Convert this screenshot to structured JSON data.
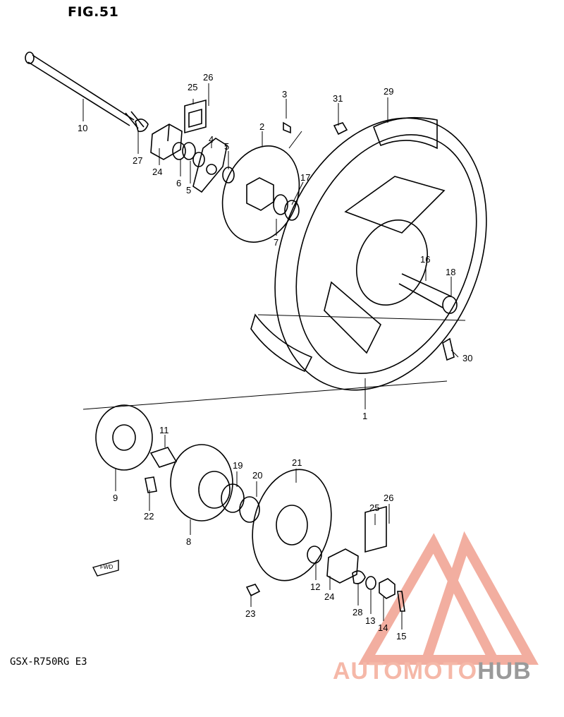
{
  "figure": {
    "title": "FIG.51",
    "model_code": "GSX-R750RG  E3"
  },
  "watermark": {
    "part1": "AUTOMOTO",
    "part2": "HUB",
    "color_primary": "#f0a090",
    "color_secondary": "#8e8e8e"
  },
  "callouts": {
    "c1": "1",
    "c2": "2",
    "c3": "3",
    "c4": "4",
    "c5a": "5",
    "c5b": "5",
    "c6": "6",
    "c7": "7",
    "c8": "8",
    "c9": "9",
    "c10": "10",
    "c11": "11",
    "c12": "12",
    "c13": "13",
    "c14": "14",
    "c15": "15",
    "c16": "16",
    "c17": "17",
    "c18": "18",
    "c19": "19",
    "c20": "20",
    "c21": "21",
    "c22": "22",
    "c23": "23",
    "c24a": "24",
    "c24b": "24",
    "c25a": "25",
    "c25b": "25",
    "c26a": "26",
    "c26b": "26",
    "c27": "27",
    "c28": "28",
    "c29": "29",
    "c30": "30",
    "c31": "31"
  },
  "fwd_label": "FWD"
}
